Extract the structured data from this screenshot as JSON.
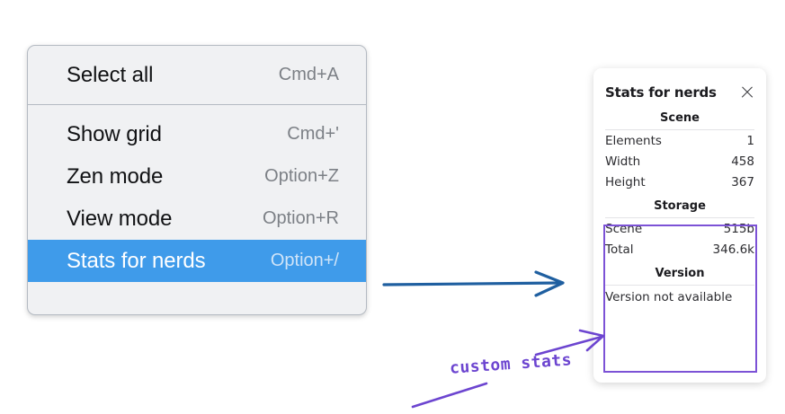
{
  "menu": {
    "groups": [
      {
        "items": [
          {
            "label": "Select all",
            "shortcut": "Cmd+A",
            "selected": false
          }
        ]
      },
      {
        "items": [
          {
            "label": "Show grid",
            "shortcut": "Cmd+'",
            "selected": false
          },
          {
            "label": "Zen mode",
            "shortcut": "Option+Z",
            "selected": false
          },
          {
            "label": "View mode",
            "shortcut": "Option+R",
            "selected": false
          },
          {
            "label": "Stats for nerds",
            "shortcut": "Option+/",
            "selected": true
          }
        ]
      }
    ],
    "selected_color": "#3f9bea"
  },
  "stats_panel": {
    "title": "Stats for nerds",
    "close_icon": "close-icon",
    "sections": [
      {
        "name": "Scene",
        "rows": [
          {
            "key": "Elements",
            "value": "1"
          },
          {
            "key": "Width",
            "value": "458"
          },
          {
            "key": "Height",
            "value": "367"
          }
        ]
      },
      {
        "name": "Storage",
        "rows": [
          {
            "key": "Scene",
            "value": "515b"
          },
          {
            "key": "Total",
            "value": "346.6k"
          }
        ]
      },
      {
        "name": "Version",
        "free_text": "Version not available"
      }
    ]
  },
  "annotations": {
    "blue_arrow_color": "#1f5fa0",
    "purple_color": "#6c45d0",
    "highlight_color": "#7c52d6",
    "label": "custom stats"
  }
}
